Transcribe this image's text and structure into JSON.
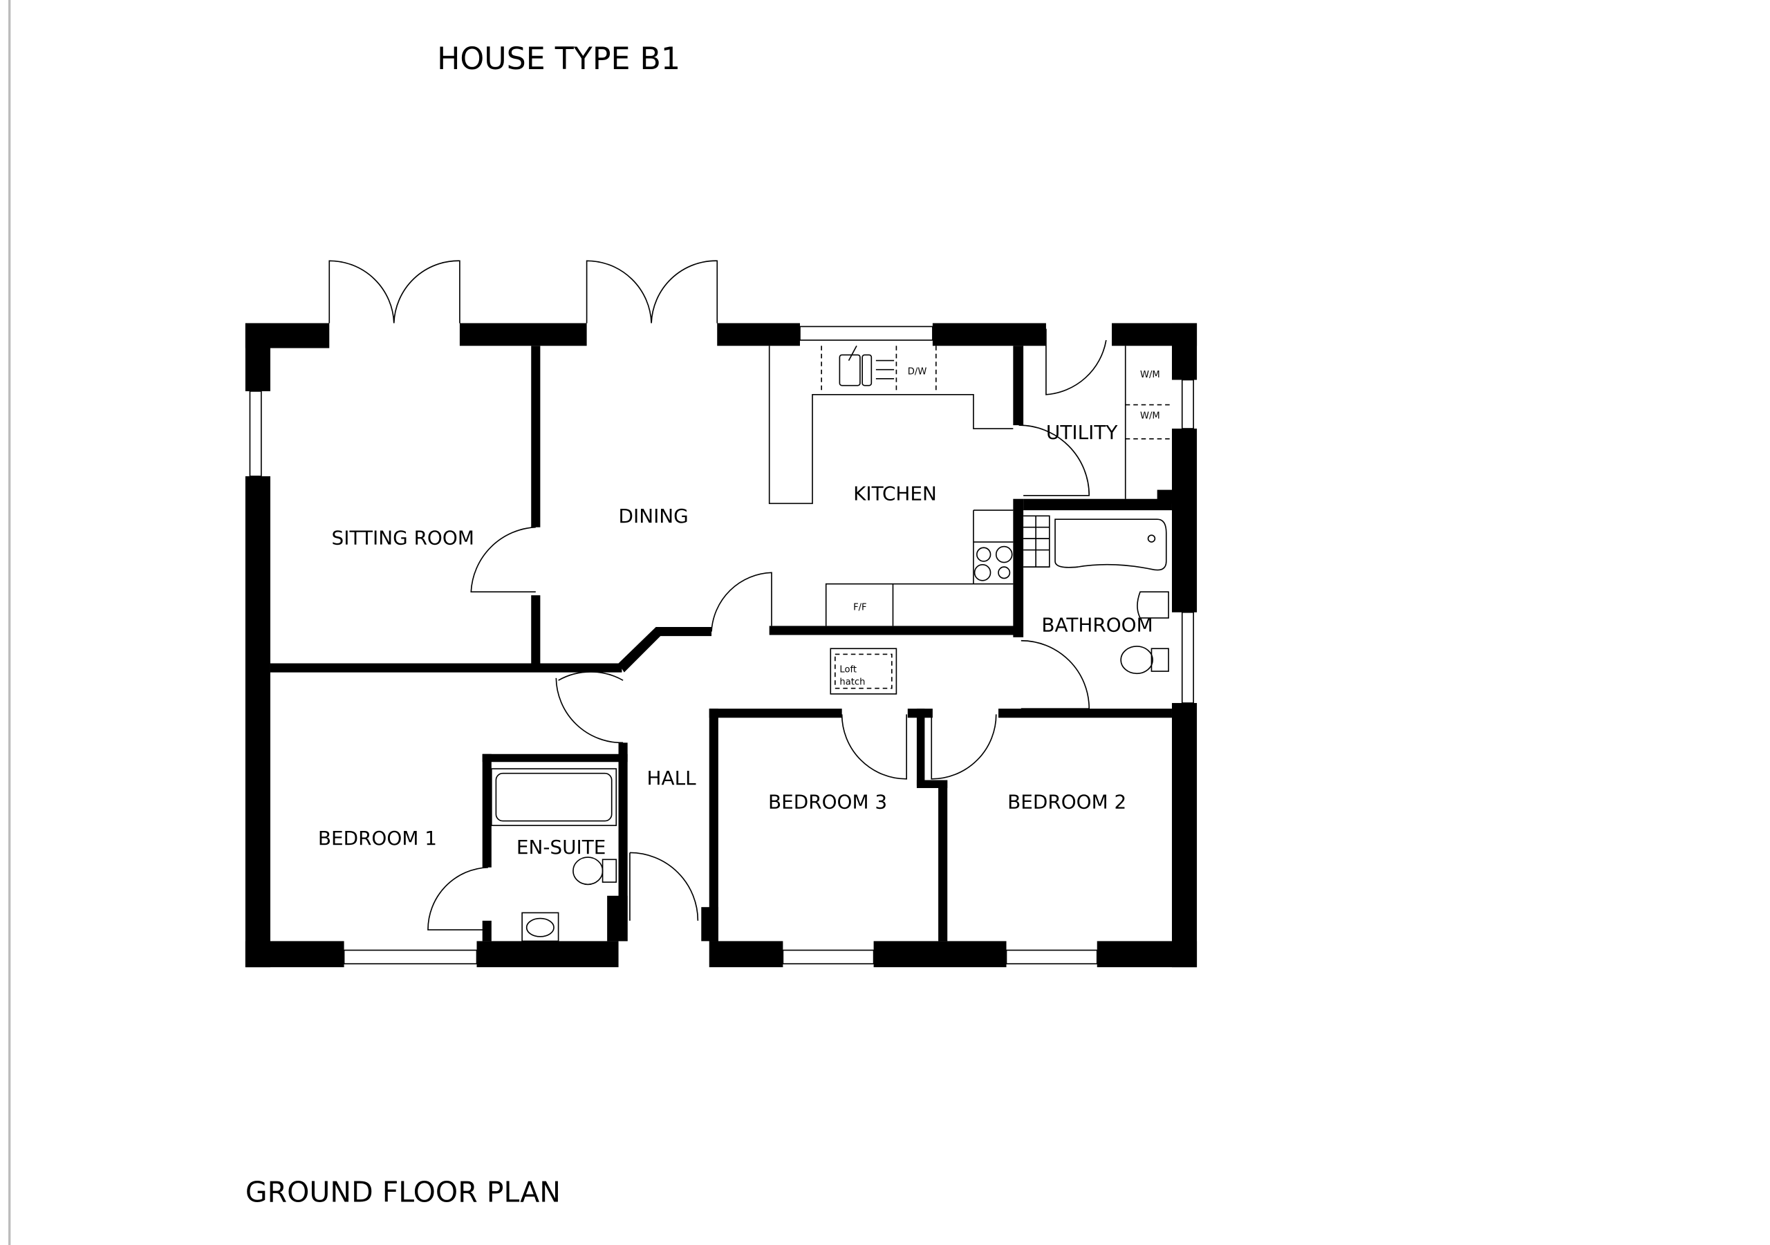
{
  "title": "HOUSE TYPE  B1",
  "subtitle": "GROUND FLOOR PLAN",
  "colors": {
    "wall": "#000000",
    "background": "#ffffff",
    "line": "#000000"
  },
  "rooms": {
    "sitting_room": "SITTING ROOM",
    "dining": "DINING",
    "kitchen": "KITCHEN",
    "utility": "UTILITY",
    "bathroom": "BATHROOM",
    "hall": "HALL",
    "bedroom1": "BEDROOM 1",
    "en_suite": "EN-SUITE",
    "bedroom3": "BEDROOM 3",
    "bedroom2": "BEDROOM 2"
  },
  "fixtures": {
    "dishwasher": "D/W",
    "washing_machine_1": "W/M",
    "washing_machine_2": "W/M",
    "fridge_freezer": "F/F",
    "loft_hatch_line1": "Loft",
    "loft_hatch_line2": "hatch"
  }
}
